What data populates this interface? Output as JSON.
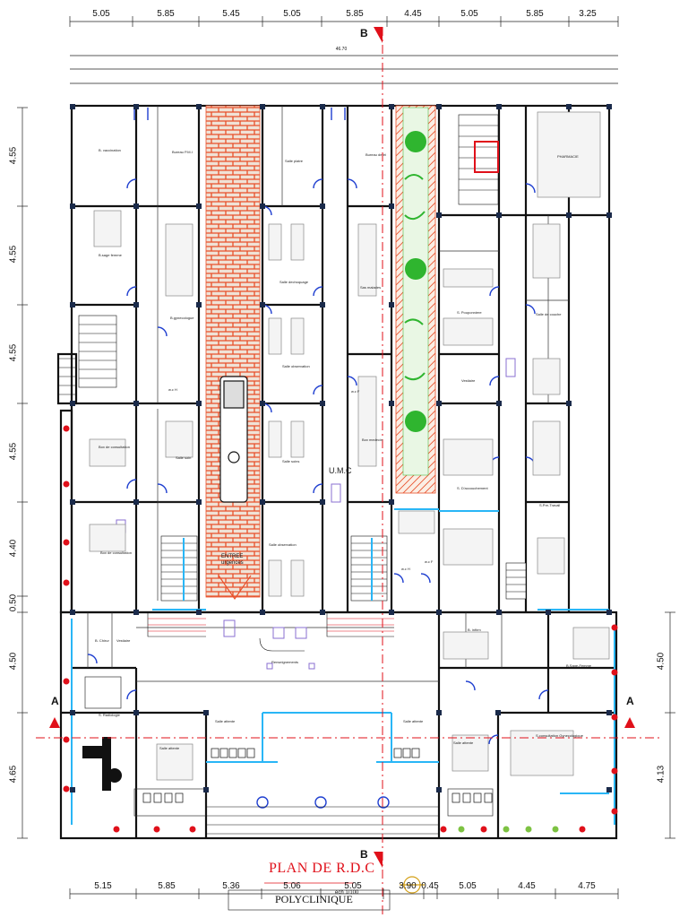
{
  "title": "PLAN DE R.D.C",
  "subtitle": "POLYCLINIQUE",
  "scale": "ech 1/100",
  "center_label": "U.M.C",
  "entry_label": [
    "ENTREE",
    "urgences"
  ],
  "sections": {
    "a_left": "A",
    "a_right": "A",
    "b_top": "B",
    "b_bottom": "B"
  },
  "dims_top": [
    "5.05",
    "5.85",
    "5.45",
    "5.05",
    "5.85",
    "4.45",
    "5.05",
    "5.85",
    "3.25"
  ],
  "dims_top_total": "46.70",
  "dims_bottom": [
    "5.15",
    "5.85",
    "5.36",
    "5.06",
    "5.05",
    "3.90",
    "0.45",
    "5.05",
    "4.45",
    "4.75"
  ],
  "dims_left": [
    "4.55",
    "4.55",
    "4.55",
    "4.55",
    "4.40",
    "0.50",
    "4.50",
    "4.65"
  ],
  "dims_right": [
    "4.50",
    "4.13"
  ],
  "rooms": [
    {
      "id": "vaccination",
      "text": "B. vaccination"
    },
    {
      "id": "bureau-top",
      "text": "Bureau P.M.I"
    },
    {
      "id": "salle-platre",
      "text": "Salle platre"
    },
    {
      "id": "bureau-tri",
      "text": "Bureau de tri"
    },
    {
      "id": "pharmacie",
      "text": "PHARMACIE"
    },
    {
      "id": "sage-femme",
      "text": "B.sage femme"
    },
    {
      "id": "gynecologue",
      "text": "B.gynecologue"
    },
    {
      "id": "dechoquage",
      "text": "Salle dechoquage"
    },
    {
      "id": "sas-malades",
      "text": "Sas malades"
    },
    {
      "id": "pouponniere",
      "text": "S. Pouponniere"
    },
    {
      "id": "salle-couche",
      "text": "Salle de couche"
    },
    {
      "id": "observation1",
      "text": "Salle observation"
    },
    {
      "id": "vestiaire",
      "text": "Vestiaire"
    },
    {
      "id": "consult1",
      "text": "Box de consultation"
    },
    {
      "id": "salle-soin1",
      "text": "Salle soin"
    },
    {
      "id": "salle-soins2",
      "text": "Salle soins"
    },
    {
      "id": "box-medecin",
      "text": "Box medecin"
    },
    {
      "id": "accouchement",
      "text": "S. D'accouchement"
    },
    {
      "id": "pre-travail",
      "text": "S.Pre-Travail"
    },
    {
      "id": "consult2",
      "text": "Box de consultation"
    },
    {
      "id": "observation2",
      "text": "Salle observation"
    },
    {
      "id": "chirurgien",
      "text": "B. Chirur"
    },
    {
      "id": "vestiaire2",
      "text": "Vestiaire"
    },
    {
      "id": "renseignements",
      "text": "Renseignements"
    },
    {
      "id": "b-infirmier",
      "text": "B. infirm"
    },
    {
      "id": "b-sage-femme2",
      "text": "B.Sage-Femme"
    },
    {
      "id": "radiologie",
      "text": "S. Radiologie"
    },
    {
      "id": "attente1",
      "text": "Salle attente"
    },
    {
      "id": "attente2",
      "text": "Salle attente"
    },
    {
      "id": "attente3",
      "text": "Salle attente"
    },
    {
      "id": "attente4",
      "text": "Salle attente"
    },
    {
      "id": "consultation",
      "text": "S.consultation Gynecologique"
    },
    {
      "id": "wc1",
      "text": "w.c H"
    },
    {
      "id": "wc2",
      "text": "w.c F"
    },
    {
      "id": "wc3",
      "text": "w.c H"
    },
    {
      "id": "wc4",
      "text": "w.c F"
    }
  ],
  "colors": {
    "wall": "#111111",
    "brick": "#e8502a",
    "garden": "#2fb52f",
    "axis": "#e0101a",
    "door": "#1f3fd0",
    "glass": "#29b6f6",
    "furniture": "#8a6fd1"
  }
}
